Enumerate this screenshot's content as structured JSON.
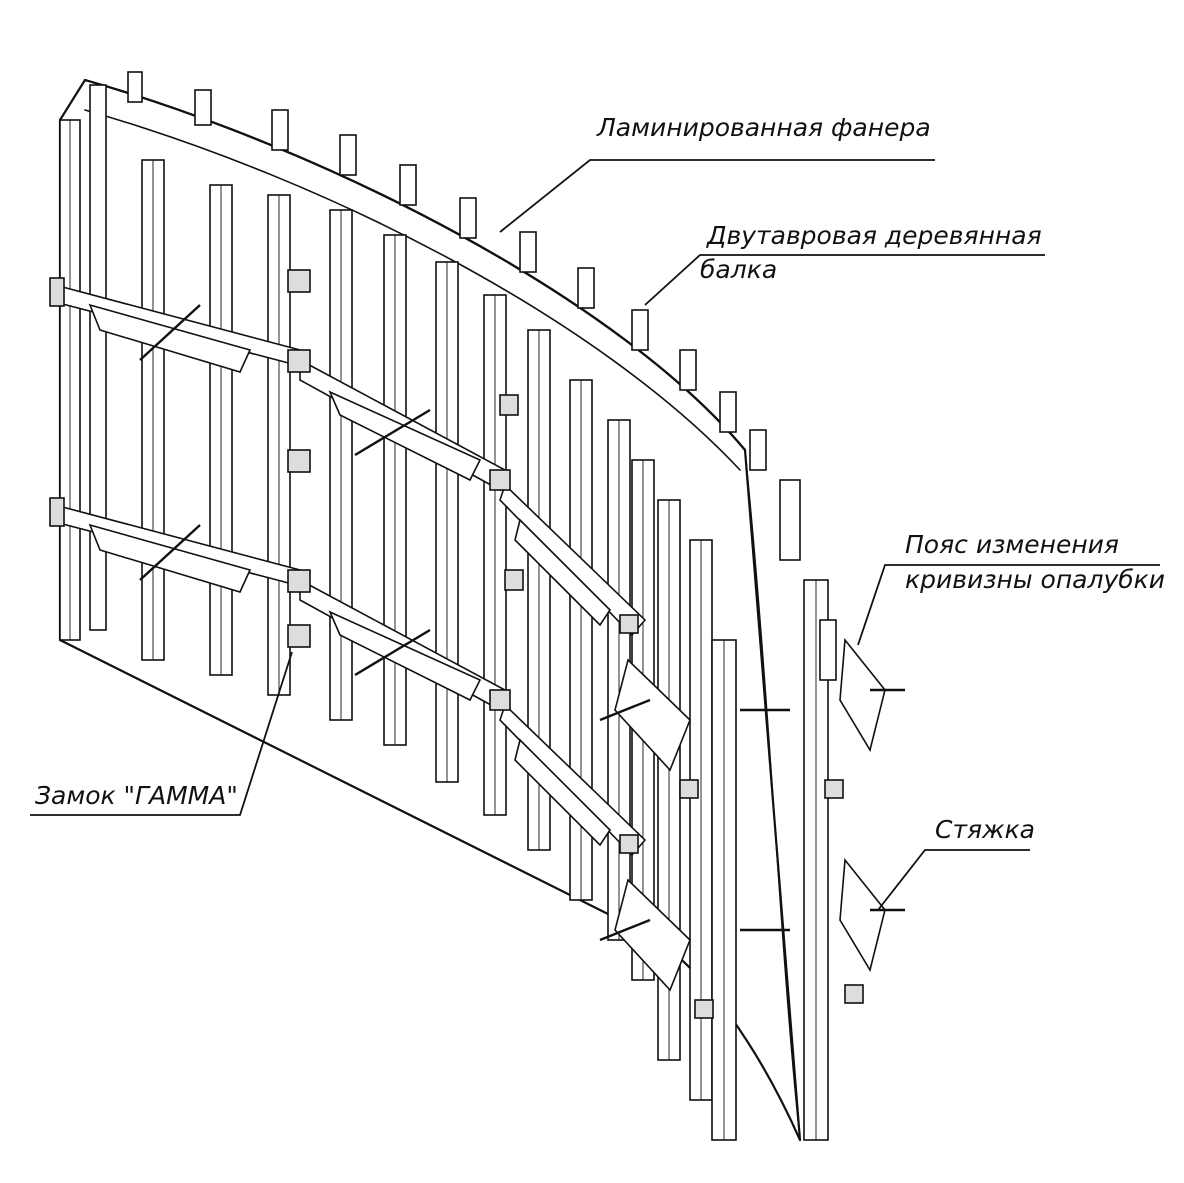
{
  "diagram": {
    "subject": "curved formwork isometric drawing",
    "labels": {
      "plywood": "Ламинированная фанера",
      "beam_line1": "Двутавровая деревянная",
      "beam_line2": "балка",
      "curvature_line1": "Пояс изменения",
      "curvature_line2": "кривизны опалубки",
      "lock": "Замок \"ГАММА\"",
      "tie": "Стяжка"
    }
  }
}
